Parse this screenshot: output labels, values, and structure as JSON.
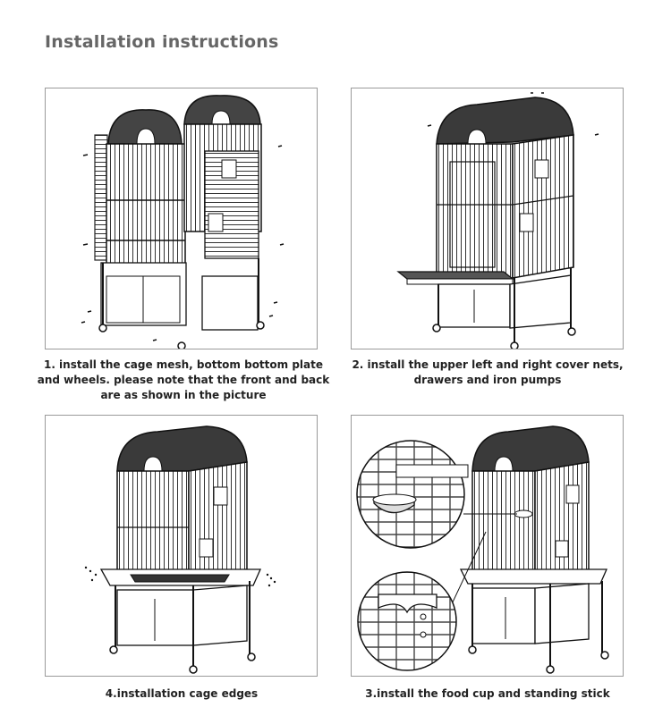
{
  "page": {
    "title": "Installation instructions"
  },
  "steps": [
    {
      "caption": "1. install the cage mesh, bottom bottom plate and wheels. please note that the front and back are as shown in the picture"
    },
    {
      "caption": "2. install the upper left and right cover nets, drawers and iron pumps"
    },
    {
      "caption": "4.installation cage edges"
    },
    {
      "caption": "3.install the food cup and standing stick"
    }
  ]
}
